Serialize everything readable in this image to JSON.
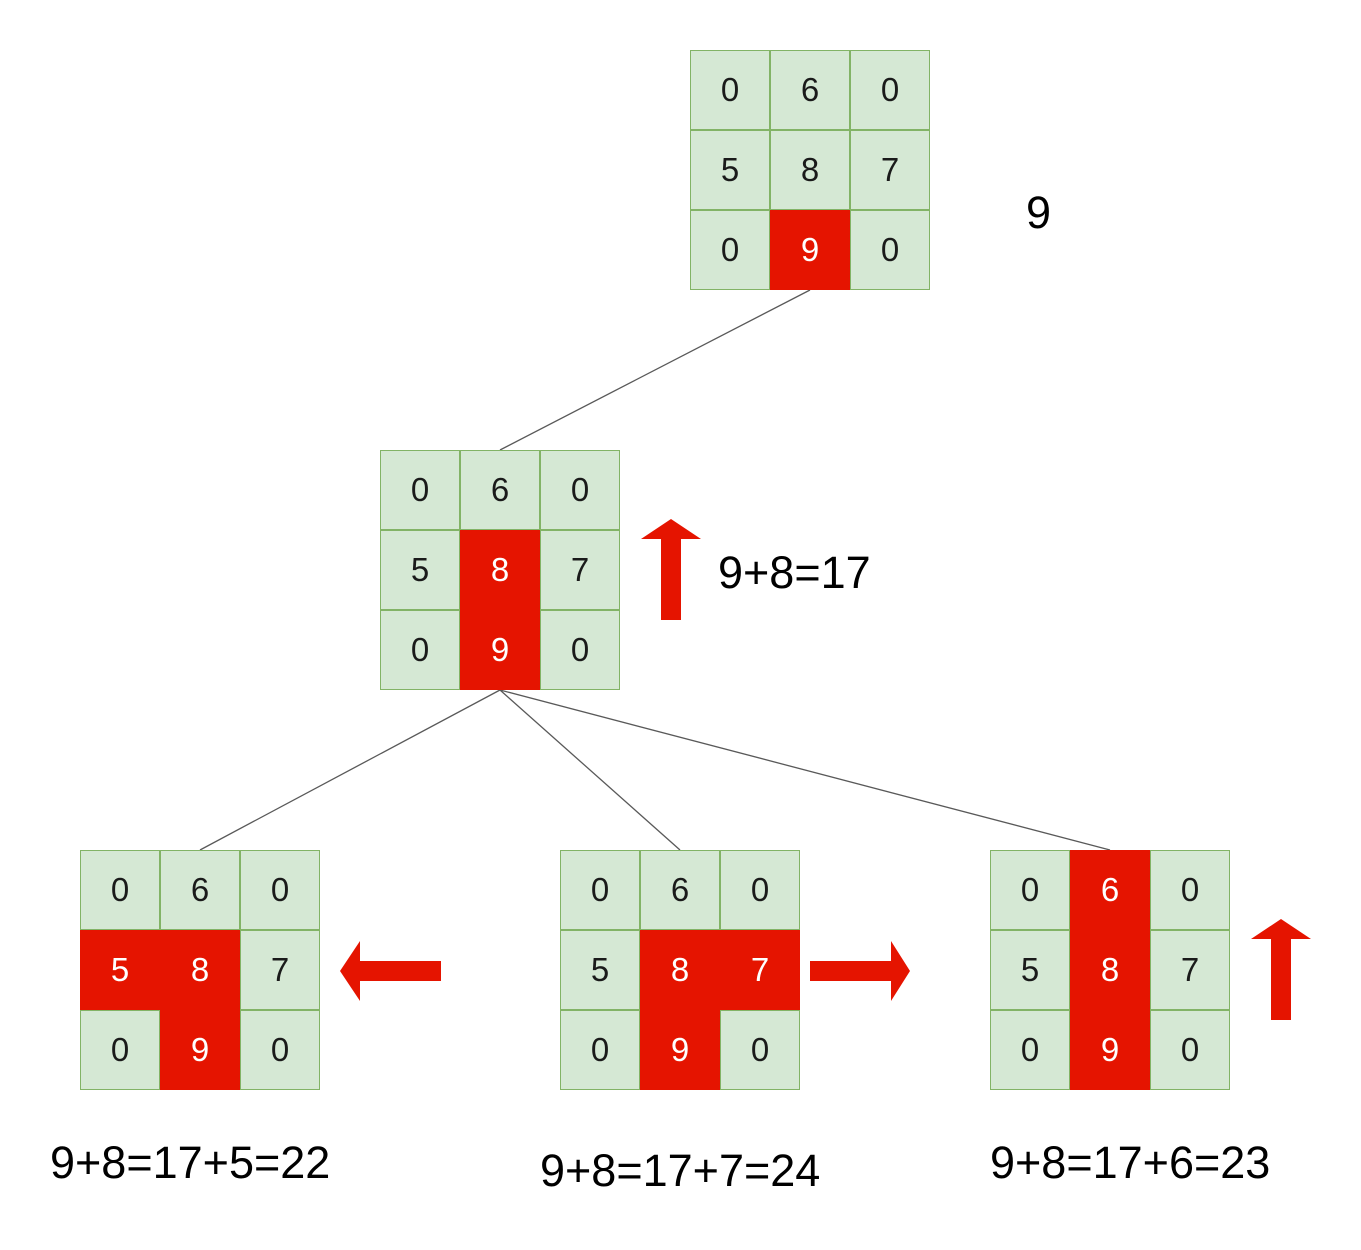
{
  "colors": {
    "cell_fill": "#d5e8d4",
    "cell_border": "#82b366",
    "highlight": "#e51400",
    "connector": "#595959"
  },
  "nodes": [
    {
      "id": "root",
      "cells": [
        [
          "0",
          "6",
          "0"
        ],
        [
          "5",
          "8",
          "7"
        ],
        [
          "0",
          "9",
          "0"
        ]
      ],
      "highlight": [
        [
          2,
          1
        ]
      ],
      "label": "9",
      "direction": ""
    },
    {
      "id": "middle",
      "cells": [
        [
          "0",
          "6",
          "0"
        ],
        [
          "5",
          "8",
          "7"
        ],
        [
          "0",
          "9",
          "0"
        ]
      ],
      "highlight": [
        [
          1,
          1
        ],
        [
          2,
          1
        ]
      ],
      "label": "9+8=17",
      "direction": "up"
    },
    {
      "id": "left",
      "cells": [
        [
          "0",
          "6",
          "0"
        ],
        [
          "5",
          "8",
          "7"
        ],
        [
          "0",
          "9",
          "0"
        ]
      ],
      "highlight": [
        [
          1,
          0
        ],
        [
          1,
          1
        ],
        [
          2,
          1
        ]
      ],
      "label": "9+8=17+5=22",
      "direction": "left"
    },
    {
      "id": "center",
      "cells": [
        [
          "0",
          "6",
          "0"
        ],
        [
          "5",
          "8",
          "7"
        ],
        [
          "0",
          "9",
          "0"
        ]
      ],
      "highlight": [
        [
          1,
          1
        ],
        [
          1,
          2
        ],
        [
          2,
          1
        ]
      ],
      "label": "9+8=17+7=24",
      "direction": "right"
    },
    {
      "id": "right",
      "cells": [
        [
          "0",
          "6",
          "0"
        ],
        [
          "5",
          "8",
          "7"
        ],
        [
          "0",
          "9",
          "0"
        ]
      ],
      "highlight": [
        [
          0,
          1
        ],
        [
          1,
          1
        ],
        [
          2,
          1
        ]
      ],
      "label": "9+8=17+6=23",
      "direction": "up"
    }
  ],
  "edges": [
    {
      "from": "root",
      "to": "middle"
    },
    {
      "from": "middle",
      "to": "left"
    },
    {
      "from": "middle",
      "to": "center"
    },
    {
      "from": "middle",
      "to": "right"
    }
  ]
}
